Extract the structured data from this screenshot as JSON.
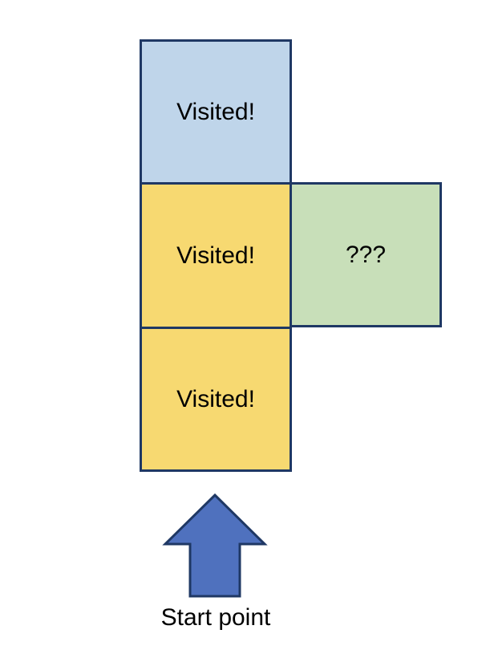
{
  "colors": {
    "background": "#FFFFFF",
    "border": "#1F3864",
    "visited_blue": "#BFD5EA",
    "visited_yellow": "#F7D971",
    "unknown_green": "#C8DFB9",
    "arrow_fill": "#4F71BE",
    "text": "#000000"
  },
  "diagram": {
    "cells": [
      {
        "id": "top",
        "label": "Visited!",
        "state": "visited"
      },
      {
        "id": "middle",
        "label": "Visited!",
        "state": "visited"
      },
      {
        "id": "branch_right",
        "label": "???",
        "state": "unknown"
      },
      {
        "id": "bottom",
        "label": "Visited!",
        "state": "visited"
      }
    ],
    "arrow_icon": "up-arrow",
    "start_label": "Start point"
  }
}
